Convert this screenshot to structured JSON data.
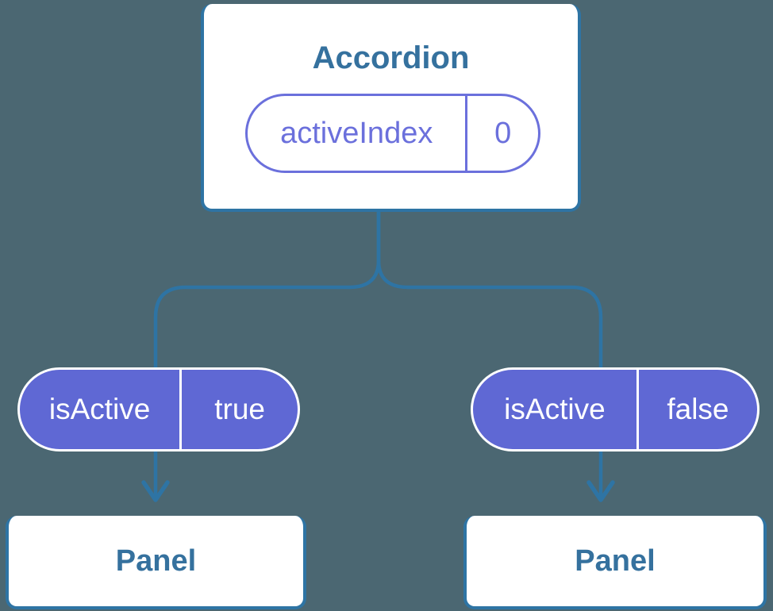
{
  "diagram": {
    "description": "React component tree showing state lifted to parent and passed down as props",
    "root": {
      "title": "Accordion",
      "state": {
        "name": "activeIndex",
        "value": "0"
      }
    },
    "children": [
      {
        "prop": {
          "name": "isActive",
          "value": "true"
        },
        "target": "Panel"
      },
      {
        "prop": {
          "name": "isActive",
          "value": "false"
        },
        "target": "Panel"
      }
    ]
  },
  "colors": {
    "background": "#4B6772",
    "card_fill": "#FFFFFF",
    "card_stroke": "#2E74A4",
    "title_text": "#35719E",
    "connector_line": "#2E74A4",
    "prop_pill_fill": "#5F68D4",
    "prop_pill_text": "#FFFFFF",
    "state_pill_accent": "#6B70DC"
  }
}
